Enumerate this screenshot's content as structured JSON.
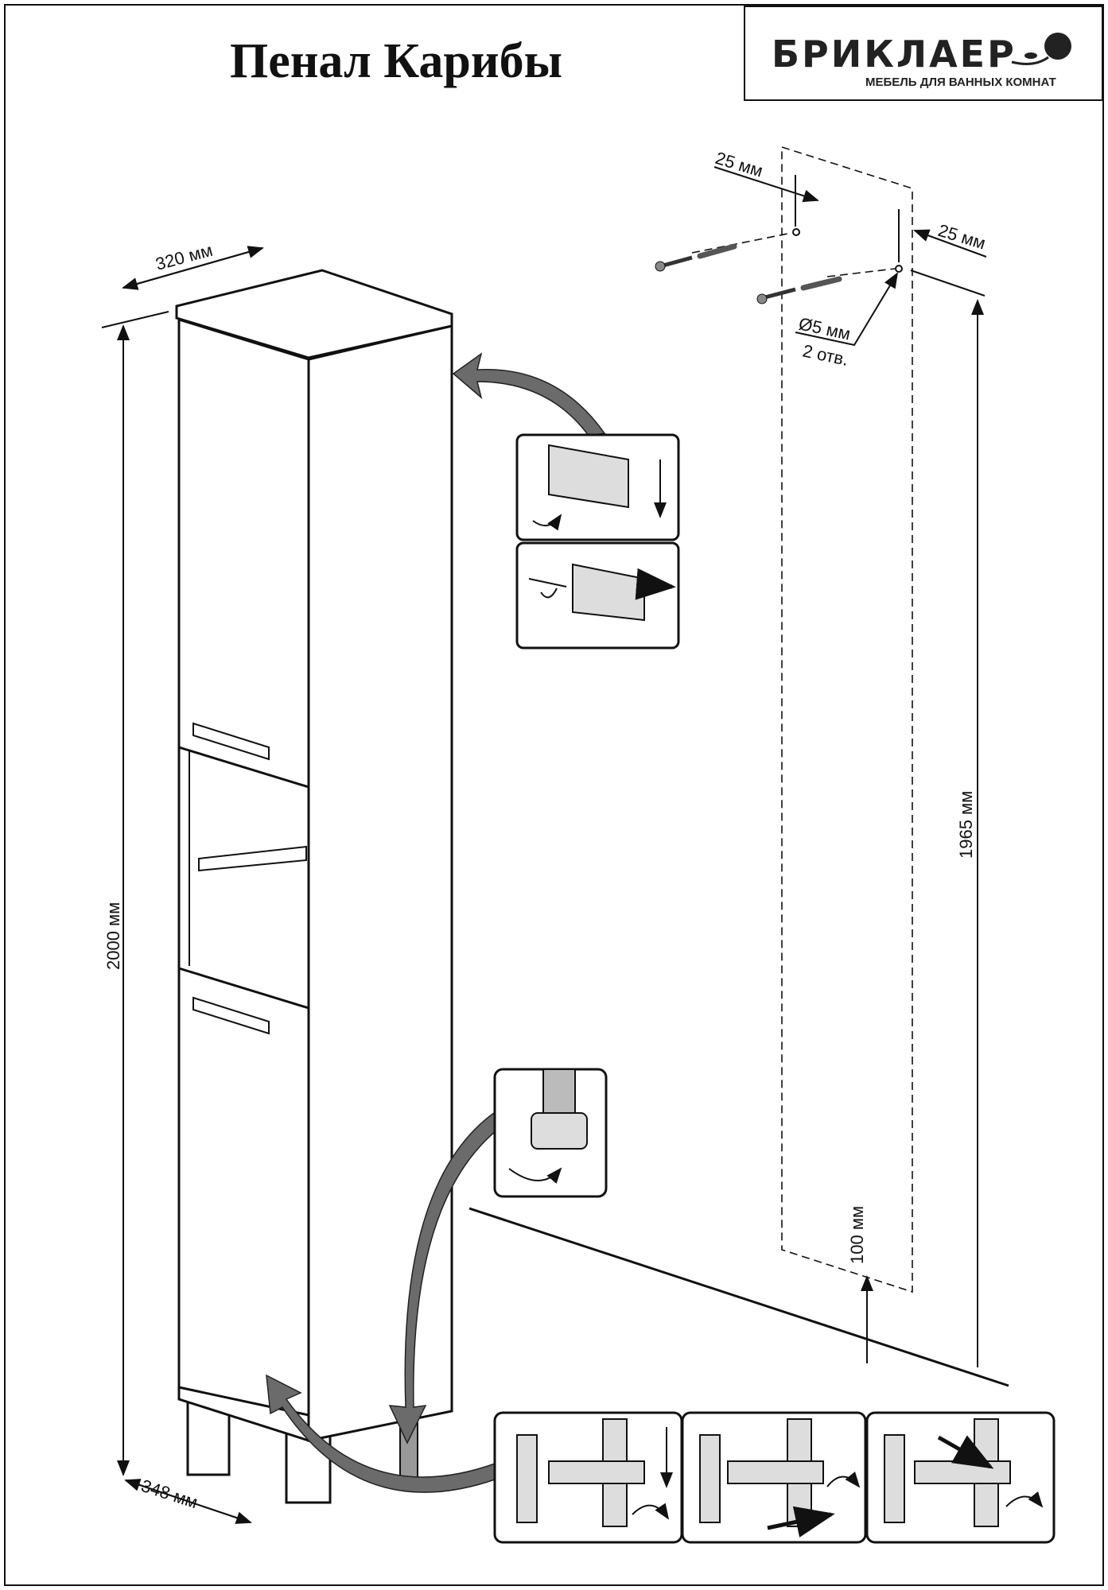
{
  "title": "Пенал Карибы",
  "logo": {
    "name": "БРИКЛАЕР",
    "tagline": "МЕБЕЛЬ ДЛЯ ВАННЫХ КОМНАТ"
  },
  "dimensions": {
    "depth_top": "320 мм",
    "height": "2000 мм",
    "width_bottom": "348 мм",
    "hole_offset_left": "25 мм",
    "hole_offset_right": "25 мм",
    "hole_diameter": "Ø5 мм",
    "hole_count": "2 отв.",
    "mount_height": "1965 мм",
    "bottom_gap": "100 мм"
  }
}
